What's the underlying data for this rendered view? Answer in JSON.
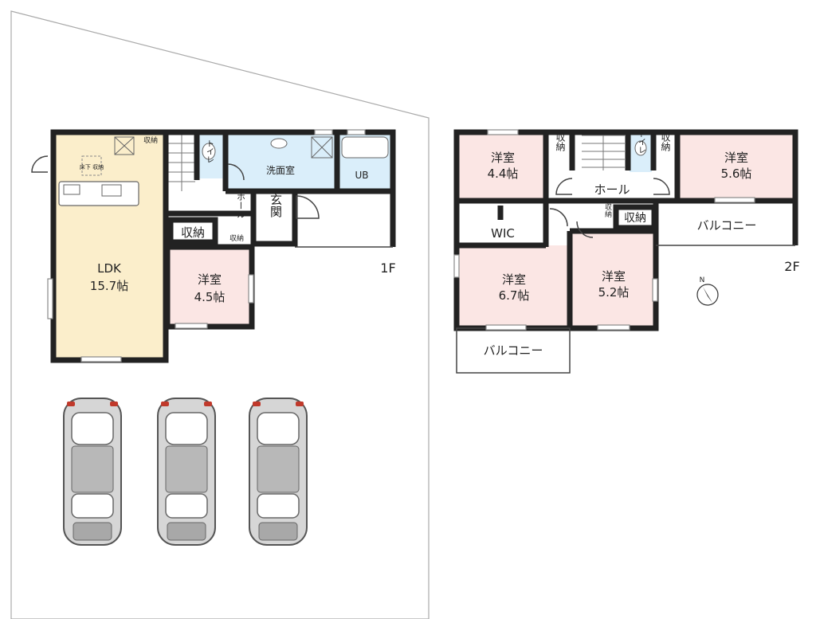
{
  "floor1": {
    "label": "1F",
    "rooms": {
      "ldk_name": "LDK",
      "ldk_size": "15.7帖",
      "western_name": "洋室",
      "western_size": "4.5帖",
      "storage": "収納",
      "storage_small": "収納",
      "storage_small2": "収納",
      "underfloor": "床下\n収納",
      "hall": "ホール",
      "entrance": "玄関",
      "washroom": "洗面室",
      "bath": "UB",
      "toilet": "トイレ"
    }
  },
  "floor2": {
    "label": "2F",
    "rooms": {
      "r44_name": "洋室",
      "r44_size": "4.4帖",
      "r56_name": "洋室",
      "r56_size": "5.6帖",
      "r67_name": "洋室",
      "r67_size": "6.7帖",
      "r52_name": "洋室",
      "r52_size": "5.2帖",
      "storage_a": "収納",
      "storage_b": "収納",
      "storage_c": "収納",
      "storage_d": "収納",
      "hall": "ホール",
      "wic": "WIC",
      "toilet": "トイレ",
      "balcony_top": "バルコニー",
      "balcony_bottom": "バルコニー"
    }
  },
  "compass": {
    "label": "N"
  },
  "colors": {
    "ldk": "#fbeecb",
    "western": "#fbe6e4",
    "wet": "#daeefa",
    "wall": "#222222",
    "lot": "#aaaaaa"
  },
  "parking_spaces": 3
}
